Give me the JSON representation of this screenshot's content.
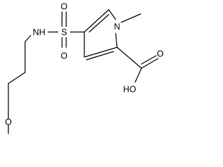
{
  "molecule": {
    "atoms": {
      "nh": "NH",
      "s": "S",
      "o_top": "O",
      "o_bottom": "O",
      "n_ring": "N",
      "o_acid": "O",
      "ho": "HO",
      "o_ether": "O"
    }
  }
}
